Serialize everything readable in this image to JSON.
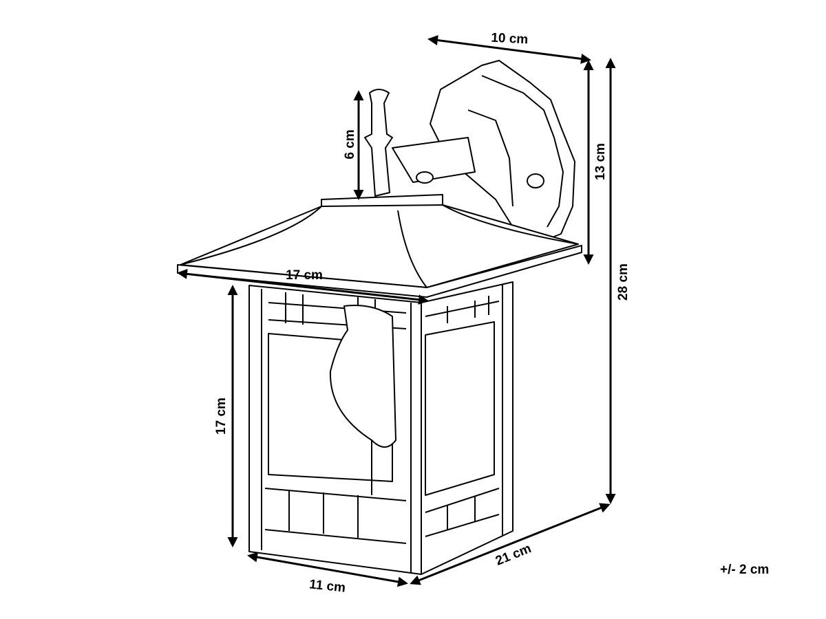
{
  "title": "Outdoor wall lantern dimensions",
  "dimensions": {
    "arm_depth": "10 cm",
    "finial_height": "6 cm",
    "wall_plate_height": "13 cm",
    "total_height": "28 cm",
    "roof_width": "17 cm",
    "body_height": "17 cm",
    "body_width": "11 cm",
    "total_depth": "21 cm"
  },
  "tolerance": "+/- 2 cm"
}
